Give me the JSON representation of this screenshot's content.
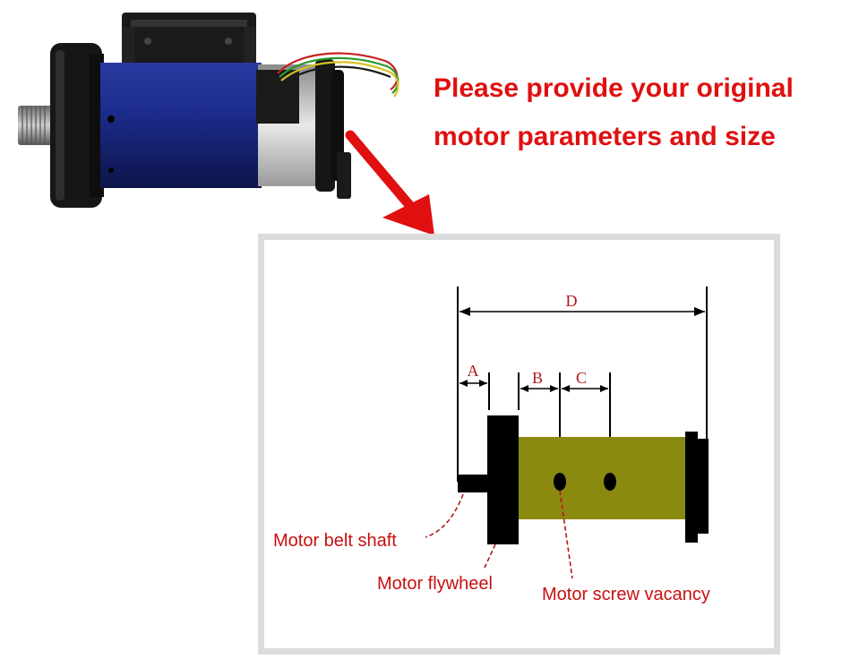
{
  "headline": {
    "line1": "Please provide your original",
    "line2": "motor parameters and size"
  },
  "colors": {
    "headline_red": "#e01010",
    "motor_blue": "#1a2a8a",
    "motor_olive": "#8a8a10",
    "callout_red": "#e01010"
  },
  "icons": {
    "pointer": "red-arrow-down-right-icon"
  },
  "diagram": {
    "dimensions": {
      "a": "A",
      "b": "B",
      "c": "C",
      "d": "D"
    },
    "callouts": {
      "belt_shaft": "Motor belt shaft",
      "flywheel": "Motor flywheel",
      "screw_vacancy": "Motor screw vacancy"
    }
  }
}
